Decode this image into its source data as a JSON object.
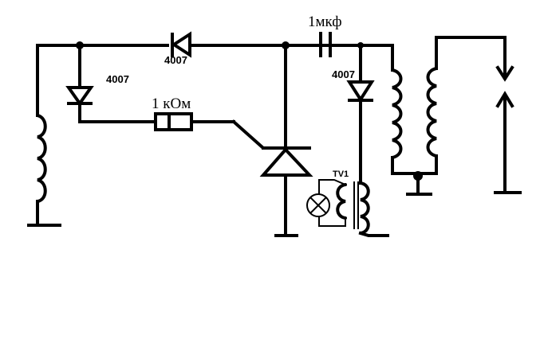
{
  "labels": {
    "diode_top": "4007",
    "diode_left": "4007",
    "diode_right": "4007",
    "resistor": "1 кОм",
    "capacitor": "1мкф",
    "transformer": "TV1"
  }
}
